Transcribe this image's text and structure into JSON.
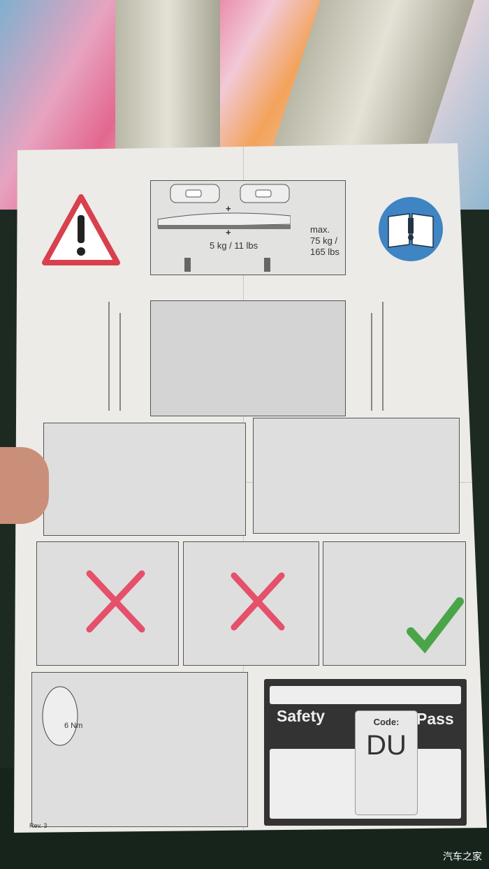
{
  "top_box": {
    "max_label": "max.",
    "max_kg": "75 kg /",
    "max_lbs": "165 lbs",
    "plus": "+",
    "feet_weight": "5 kg / 11 lbs"
  },
  "torque_label": "6 Nm",
  "safety_label": {
    "safety": "Safety",
    "pass": "Pass",
    "code_label": "Code:",
    "code_value": "DU"
  },
  "revision": "Rev. 3",
  "watermark": "汽车之家",
  "colors": {
    "warning_red": "#d8404e",
    "book_blue": "#3f84c3",
    "check_green": "#4aa548",
    "cross_red": "#e5506a"
  }
}
